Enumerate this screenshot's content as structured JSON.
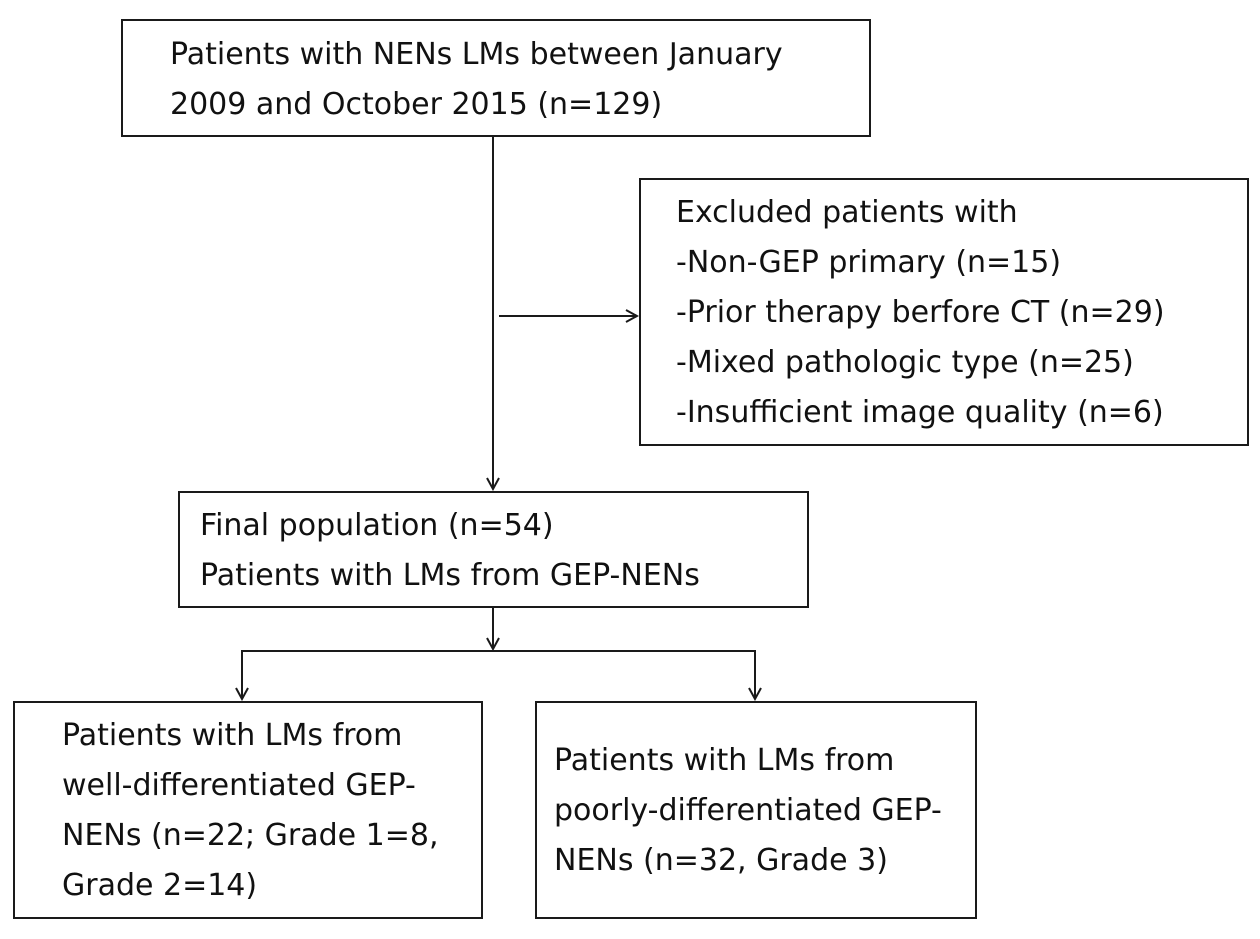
{
  "flowchart": {
    "start_box": {
      "lines": [
        "Patients with NENs LMs between January",
        "2009 and October 2015 (n=129)"
      ]
    },
    "exclusion_box": {
      "lines": [
        "Excluded patients with",
        "-Non-GEP primary (n=15)",
        "-Prior therapy berfore CT (n=29)",
        "-Mixed pathologic type (n=25)",
        "-Insufficient image quality (n=6)"
      ]
    },
    "final_box": {
      "lines": [
        "Final population (n=54)",
        "Patients with LMs from GEP-NENs"
      ]
    },
    "well_differentiated_box": {
      "lines": [
        "Patients with LMs from",
        "well-differentiated GEP-",
        "NENs (n=22; Grade 1=8,",
        "Grade 2=14)"
      ]
    },
    "poorly_differentiated_box": {
      "lines": [
        "Patients with LMs from",
        "poorly-differentiated GEP-",
        "NENs (n=32, Grade 3)"
      ]
    }
  }
}
